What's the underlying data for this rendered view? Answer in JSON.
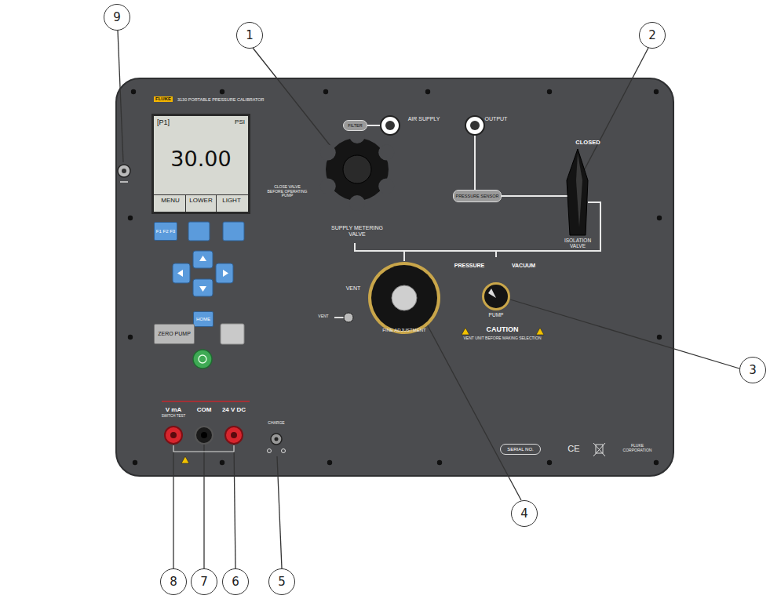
{
  "diagram": {
    "nodes": [
      {
        "text": [
          "9"
        ]
      },
      {
        "text": [
          "1"
        ]
      },
      {
        "text": [
          "2"
        ]
      },
      {
        "text": [
          "3"
        ]
      },
      {
        "text": [
          "4"
        ]
      },
      {
        "text": [
          "5"
        ]
      },
      {
        "text": [
          "6"
        ]
      },
      {
        "text": [
          "7"
        ]
      },
      {
        "text": [
          "8"
        ]
      },
      {
        "text": [
          "[P1]",
          "PSI",
          "30.00",
          "MENU",
          "LOWER",
          "LIGHT"
        ]
      },
      {
        "text": [
          "F1 F2 F3"
        ]
      },
      {
        "text": [
          "HOME"
        ]
      },
      {
        "text": [
          "ZERO PUMP"
        ]
      },
      {
        "text": [
          "FILTER"
        ]
      },
      {
        "text": [
          "PRESSURE SENSOR"
        ]
      },
      {
        "text": [
          "SERIAL NO."
        ]
      }
    ],
    "labels": [
      "FLUKE",
      "3130 PORTABLE PRESSURE CALIBRATOR",
      "CLOSE VALVE BEFORE OPERATING PUMP",
      "SUPPLY METERING VALVE",
      "AIR SUPPLY",
      "OUTPUT",
      "CLOSED",
      "ISOLATION VALVE",
      "VENT",
      "FINE ADJUSTMENT",
      "VENT",
      "PRESSURE",
      "VACUUM",
      "PUMP",
      "CAUTION",
      "VENT UNIT BEFORE MAKING SELECTION",
      "V mA",
      "SWITCH TEST",
      "COM",
      "24 V DC",
      "CHARGE",
      "CE",
      "FLUKE CORPORATION"
    ]
  }
}
